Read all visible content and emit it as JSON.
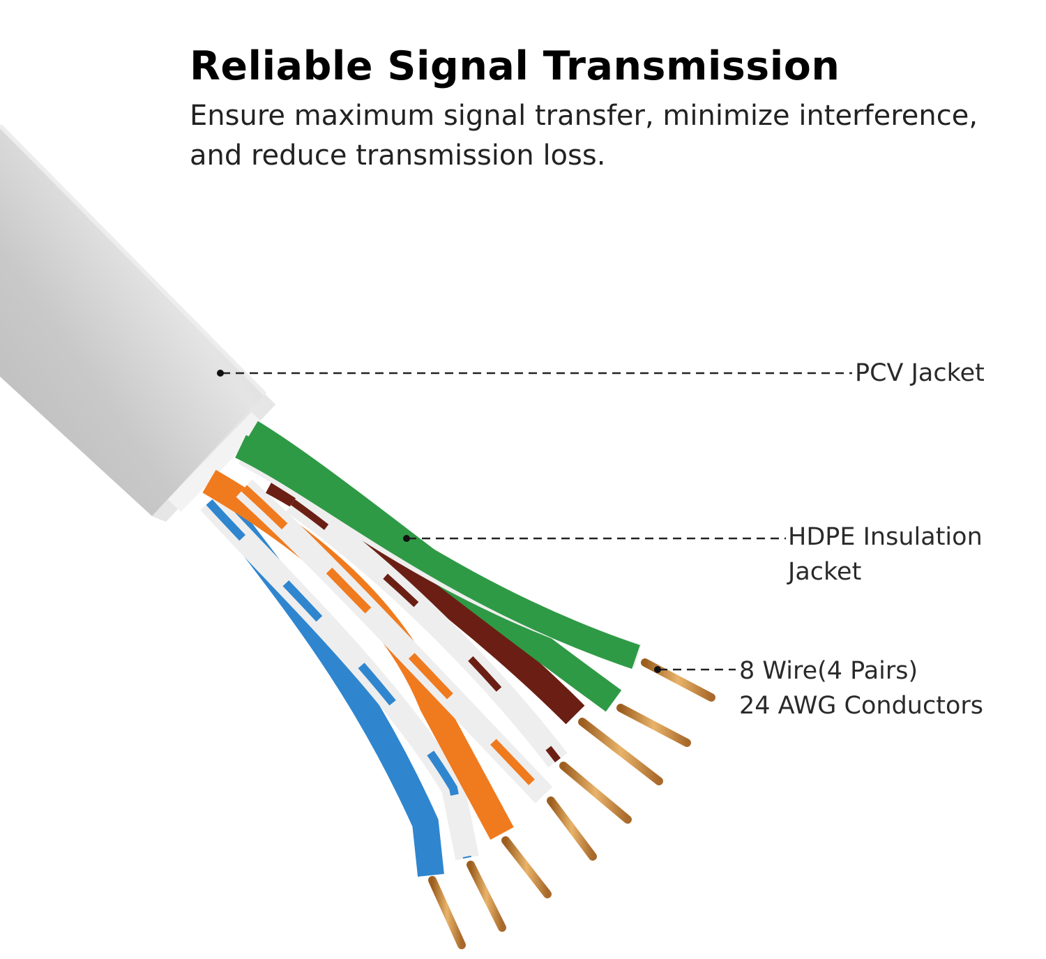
{
  "header": {
    "title": "Reliable Signal Transmission",
    "subtitle_line1": "Ensure maximum signal transfer, minimize interference,",
    "subtitle_line2": "and reduce transmission loss."
  },
  "callouts": {
    "pcv_jacket": "PCV Jacket",
    "hdpe_line1": "HDPE Insulation",
    "hdpe_line2": "Jacket",
    "wire_line1": "8 Wire(4 Pairs)",
    "wire_line2": "24 AWG Conductors"
  },
  "colors": {
    "jacket": "#dcdcdc",
    "green": "#2f9a45",
    "orange": "#f07a1e",
    "brown": "#6b1f14",
    "blue": "#2f86cf",
    "white_wire": "#eeeeee",
    "copper": "#c98a3c",
    "leader_line": "#222222"
  }
}
